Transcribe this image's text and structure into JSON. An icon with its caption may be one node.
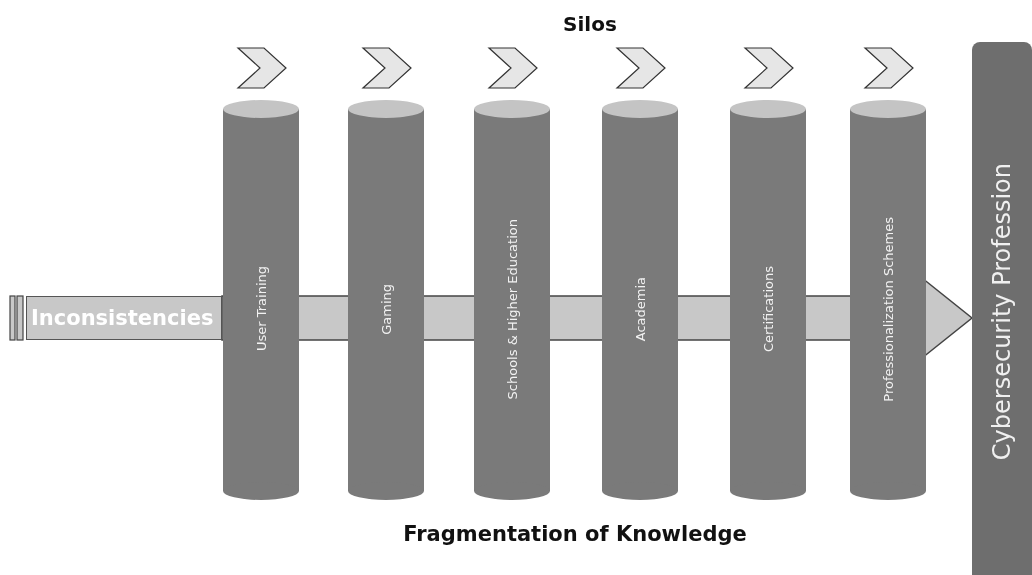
{
  "diagram": {
    "title": "Silos",
    "caption": "Fragmentation of Knowledge",
    "nodes": [
      {
        "text": [
          "Inconsistencies"
        ]
      },
      {
        "text": [
          "User Training"
        ]
      },
      {
        "text": [
          "Gaming"
        ]
      },
      {
        "text": [
          "Schools & Higher Education"
        ]
      },
      {
        "text": [
          "Academia"
        ]
      },
      {
        "text": [
          "Certifications"
        ]
      },
      {
        "text": [
          "Professionalization Schemes"
        ]
      },
      {
        "text": [
          "Cybersecurity Profession"
        ]
      }
    ],
    "edges": [
      {
        "from": 0,
        "to": 7,
        "arrow": "to",
        "style": "thick"
      }
    ]
  }
}
